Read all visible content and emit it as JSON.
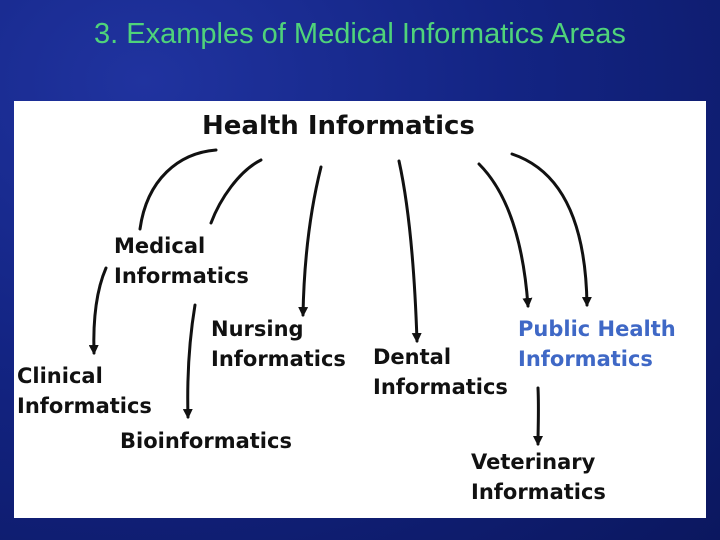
{
  "slide": {
    "title": "3. Examples of Medical Informatics Areas"
  },
  "diagram": {
    "root": "Health Informatics",
    "nodes": {
      "medical": [
        "Medical",
        "Informatics"
      ],
      "nursing": [
        "Nursing",
        "Informatics"
      ],
      "dental": [
        "Dental",
        "Informatics"
      ],
      "public_health": [
        "Public Health",
        "Informatics"
      ],
      "clinical": [
        "Clinical",
        "Informatics"
      ],
      "bioinformatics": [
        "Bioinformatics"
      ],
      "veterinary": [
        "Veterinary",
        "Informatics"
      ]
    },
    "colors": {
      "title": "#4fd37a",
      "text": "#111111",
      "accent": "#3f68c6",
      "arrow": "#111111",
      "background": "#132483",
      "panel": "#ffffff"
    }
  }
}
